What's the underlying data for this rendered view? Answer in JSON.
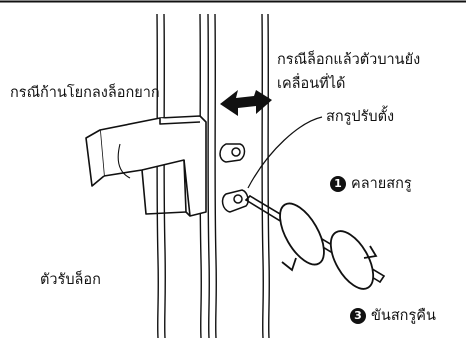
{
  "labels": {
    "lever_case": "กรณีก้านโยกลงล็อกยาก",
    "panel_moves_line1": "กรณีล็อกแล้วตัวบานยัง",
    "panel_moves_line2": "เคลื่อนที่ได้",
    "adjust_screw": "สกรูปรับตั้ง",
    "lock_receiver": "ตัวรับล็อก"
  },
  "steps": [
    {
      "number": "1",
      "text": "คลายสกรู"
    },
    {
      "number": "3",
      "text": "ขันสกรูคืน"
    }
  ],
  "icons": [
    "double-arrow-icon",
    "loosen-rotation-arrow-icon",
    "tighten-rotation-arrow-icon",
    "screwdriver-icon"
  ],
  "colors": {
    "line": "#111111",
    "background": "#ffffff"
  }
}
